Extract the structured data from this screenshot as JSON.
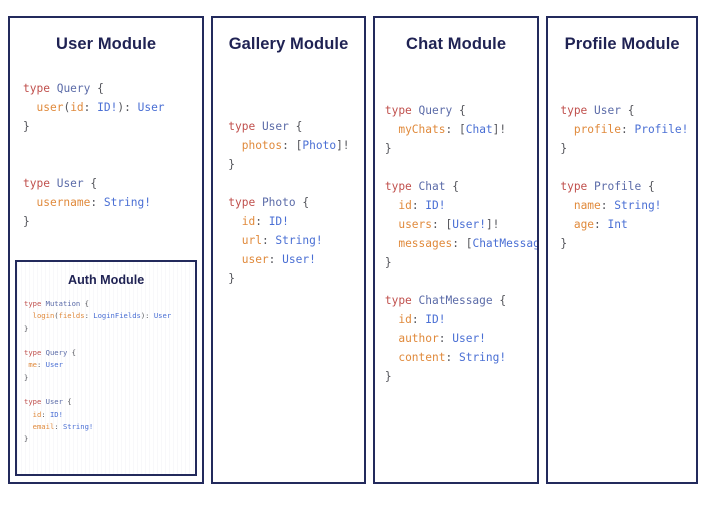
{
  "page": {
    "background": "#ffffff",
    "border_color": "#232a5c",
    "title_color": "#1f2253"
  },
  "syntax_colors": {
    "keyword": "#c0504d",
    "type_name": "#5b6ba8",
    "field_name": "#e08a3c",
    "field_type": "#4a6fd4",
    "punctuation": "#55565c"
  },
  "modules": [
    {
      "id": "user",
      "title": "User Module",
      "code_lines": [
        [
          {
            "t": "type",
            "c": "kw"
          },
          {
            "t": " ",
            "c": "pun"
          },
          {
            "t": "Query",
            "c": "name"
          },
          {
            "t": " {",
            "c": "pun"
          }
        ],
        [
          {
            "t": "  ",
            "c": "pun"
          },
          {
            "t": "user",
            "c": "fld"
          },
          {
            "t": "(",
            "c": "pun"
          },
          {
            "t": "id",
            "c": "fld"
          },
          {
            "t": ": ",
            "c": "pun"
          },
          {
            "t": "ID!",
            "c": "typ"
          },
          {
            "t": "): ",
            "c": "pun"
          },
          {
            "t": "User",
            "c": "typ"
          }
        ],
        [
          {
            "t": "}",
            "c": "pun"
          }
        ],
        [
          {
            "t": "",
            "c": "pun"
          }
        ],
        [
          {
            "t": "",
            "c": "pun"
          }
        ],
        [
          {
            "t": "type",
            "c": "kw"
          },
          {
            "t": " ",
            "c": "pun"
          },
          {
            "t": "User",
            "c": "name"
          },
          {
            "t": " {",
            "c": "pun"
          }
        ],
        [
          {
            "t": "  ",
            "c": "pun"
          },
          {
            "t": "username",
            "c": "fld"
          },
          {
            "t": ": ",
            "c": "pun"
          },
          {
            "t": "String!",
            "c": "typ"
          }
        ],
        [
          {
            "t": "}",
            "c": "pun"
          }
        ]
      ],
      "nested": {
        "id": "auth",
        "title": "Auth Module",
        "code_lines": [
          [
            {
              "t": "type",
              "c": "kw"
            },
            {
              "t": " ",
              "c": "pun"
            },
            {
              "t": "Mutation",
              "c": "name"
            },
            {
              "t": " {",
              "c": "pun"
            }
          ],
          [
            {
              "t": "  ",
              "c": "pun"
            },
            {
              "t": "login",
              "c": "fld"
            },
            {
              "t": "(",
              "c": "pun"
            },
            {
              "t": "fields",
              "c": "fld"
            },
            {
              "t": ": ",
              "c": "pun"
            },
            {
              "t": "LoginFields",
              "c": "typ"
            },
            {
              "t": "): ",
              "c": "pun"
            },
            {
              "t": "User",
              "c": "typ"
            }
          ],
          [
            {
              "t": "}",
              "c": "pun"
            }
          ],
          [
            {
              "t": "",
              "c": "pun"
            }
          ],
          [
            {
              "t": "type",
              "c": "kw"
            },
            {
              "t": " ",
              "c": "pun"
            },
            {
              "t": "Query",
              "c": "name"
            },
            {
              "t": " {",
              "c": "pun"
            }
          ],
          [
            {
              "t": " ",
              "c": "pun"
            },
            {
              "t": "me",
              "c": "fld"
            },
            {
              "t": ": ",
              "c": "pun"
            },
            {
              "t": "User",
              "c": "typ"
            }
          ],
          [
            {
              "t": "}",
              "c": "pun"
            }
          ],
          [
            {
              "t": "",
              "c": "pun"
            }
          ],
          [
            {
              "t": "type",
              "c": "kw"
            },
            {
              "t": " ",
              "c": "pun"
            },
            {
              "t": "User",
              "c": "name"
            },
            {
              "t": " {",
              "c": "pun"
            }
          ],
          [
            {
              "t": "  ",
              "c": "pun"
            },
            {
              "t": "id",
              "c": "fld"
            },
            {
              "t": ": ",
              "c": "pun"
            },
            {
              "t": "ID!",
              "c": "typ"
            }
          ],
          [
            {
              "t": "  ",
              "c": "pun"
            },
            {
              "t": "email",
              "c": "fld"
            },
            {
              "t": ": ",
              "c": "pun"
            },
            {
              "t": "String!",
              "c": "typ"
            }
          ],
          [
            {
              "t": "}",
              "c": "pun"
            }
          ]
        ]
      }
    },
    {
      "id": "gallery",
      "title": "Gallery Module",
      "code_lines": [
        [
          {
            "t": "type",
            "c": "kw"
          },
          {
            "t": " ",
            "c": "pun"
          },
          {
            "t": "User",
            "c": "name"
          },
          {
            "t": " {",
            "c": "pun"
          }
        ],
        [
          {
            "t": "  ",
            "c": "pun"
          },
          {
            "t": "photos",
            "c": "fld"
          },
          {
            "t": ": ",
            "c": "pun"
          },
          {
            "t": "[",
            "c": "pun"
          },
          {
            "t": "Photo",
            "c": "typ"
          },
          {
            "t": "]!",
            "c": "pun"
          }
        ],
        [
          {
            "t": "}",
            "c": "pun"
          }
        ],
        [
          {
            "t": "",
            "c": "pun"
          }
        ],
        [
          {
            "t": "type",
            "c": "kw"
          },
          {
            "t": " ",
            "c": "pun"
          },
          {
            "t": "Photo",
            "c": "name"
          },
          {
            "t": " {",
            "c": "pun"
          }
        ],
        [
          {
            "t": "  ",
            "c": "pun"
          },
          {
            "t": "id",
            "c": "fld"
          },
          {
            "t": ": ",
            "c": "pun"
          },
          {
            "t": "ID!",
            "c": "typ"
          }
        ],
        [
          {
            "t": "  ",
            "c": "pun"
          },
          {
            "t": "url",
            "c": "fld"
          },
          {
            "t": ": ",
            "c": "pun"
          },
          {
            "t": "String!",
            "c": "typ"
          }
        ],
        [
          {
            "t": "  ",
            "c": "pun"
          },
          {
            "t": "user",
            "c": "fld"
          },
          {
            "t": ": ",
            "c": "pun"
          },
          {
            "t": "User!",
            "c": "typ"
          }
        ],
        [
          {
            "t": "}",
            "c": "pun"
          }
        ]
      ],
      "nested": null
    },
    {
      "id": "chat",
      "title": "Chat Module",
      "code_lines": [
        [
          {
            "t": "type",
            "c": "kw"
          },
          {
            "t": " ",
            "c": "pun"
          },
          {
            "t": "Query",
            "c": "name"
          },
          {
            "t": " {",
            "c": "pun"
          }
        ],
        [
          {
            "t": "  ",
            "c": "pun"
          },
          {
            "t": "myChats",
            "c": "fld"
          },
          {
            "t": ": ",
            "c": "pun"
          },
          {
            "t": "[",
            "c": "pun"
          },
          {
            "t": "Chat",
            "c": "typ"
          },
          {
            "t": "]!",
            "c": "pun"
          }
        ],
        [
          {
            "t": "}",
            "c": "pun"
          }
        ],
        [
          {
            "t": "",
            "c": "pun"
          }
        ],
        [
          {
            "t": "type",
            "c": "kw"
          },
          {
            "t": " ",
            "c": "pun"
          },
          {
            "t": "Chat",
            "c": "name"
          },
          {
            "t": " {",
            "c": "pun"
          }
        ],
        [
          {
            "t": "  ",
            "c": "pun"
          },
          {
            "t": "id",
            "c": "fld"
          },
          {
            "t": ": ",
            "c": "pun"
          },
          {
            "t": "ID!",
            "c": "typ"
          }
        ],
        [
          {
            "t": "  ",
            "c": "pun"
          },
          {
            "t": "users",
            "c": "fld"
          },
          {
            "t": ": ",
            "c": "pun"
          },
          {
            "t": "[",
            "c": "pun"
          },
          {
            "t": "User!",
            "c": "typ"
          },
          {
            "t": "]!",
            "c": "pun"
          }
        ],
        [
          {
            "t": "  ",
            "c": "pun"
          },
          {
            "t": "messages",
            "c": "fld"
          },
          {
            "t": ": ",
            "c": "pun"
          },
          {
            "t": "[",
            "c": "pun"
          },
          {
            "t": "ChatMessage",
            "c": "typ"
          },
          {
            "t": "]!",
            "c": "pun"
          }
        ],
        [
          {
            "t": "}",
            "c": "pun"
          }
        ],
        [
          {
            "t": "",
            "c": "pun"
          }
        ],
        [
          {
            "t": "type",
            "c": "kw"
          },
          {
            "t": " ",
            "c": "pun"
          },
          {
            "t": "ChatMessage",
            "c": "name"
          },
          {
            "t": " {",
            "c": "pun"
          }
        ],
        [
          {
            "t": "  ",
            "c": "pun"
          },
          {
            "t": "id",
            "c": "fld"
          },
          {
            "t": ": ",
            "c": "pun"
          },
          {
            "t": "ID!",
            "c": "typ"
          }
        ],
        [
          {
            "t": "  ",
            "c": "pun"
          },
          {
            "t": "author",
            "c": "fld"
          },
          {
            "t": ": ",
            "c": "pun"
          },
          {
            "t": "User!",
            "c": "typ"
          }
        ],
        [
          {
            "t": "  ",
            "c": "pun"
          },
          {
            "t": "content",
            "c": "fld"
          },
          {
            "t": ": ",
            "c": "pun"
          },
          {
            "t": "String!",
            "c": "typ"
          }
        ],
        [
          {
            "t": "}",
            "c": "pun"
          }
        ]
      ],
      "nested": null
    },
    {
      "id": "profile",
      "title": "Profile Module",
      "code_lines": [
        [
          {
            "t": "type",
            "c": "kw"
          },
          {
            "t": " ",
            "c": "pun"
          },
          {
            "t": "User",
            "c": "name"
          },
          {
            "t": " {",
            "c": "pun"
          }
        ],
        [
          {
            "t": "  ",
            "c": "pun"
          },
          {
            "t": "profile",
            "c": "fld"
          },
          {
            "t": ": ",
            "c": "pun"
          },
          {
            "t": "Profile!",
            "c": "typ"
          }
        ],
        [
          {
            "t": "}",
            "c": "pun"
          }
        ],
        [
          {
            "t": "",
            "c": "pun"
          }
        ],
        [
          {
            "t": "type",
            "c": "kw"
          },
          {
            "t": " ",
            "c": "pun"
          },
          {
            "t": "Profile",
            "c": "name"
          },
          {
            "t": " {",
            "c": "pun"
          }
        ],
        [
          {
            "t": "  ",
            "c": "pun"
          },
          {
            "t": "name",
            "c": "fld"
          },
          {
            "t": ": ",
            "c": "pun"
          },
          {
            "t": "String!",
            "c": "typ"
          }
        ],
        [
          {
            "t": "  ",
            "c": "pun"
          },
          {
            "t": "age",
            "c": "fld"
          },
          {
            "t": ": ",
            "c": "pun"
          },
          {
            "t": "Int",
            "c": "typ"
          }
        ],
        [
          {
            "t": "}",
            "c": "pun"
          }
        ]
      ],
      "nested": null
    }
  ]
}
